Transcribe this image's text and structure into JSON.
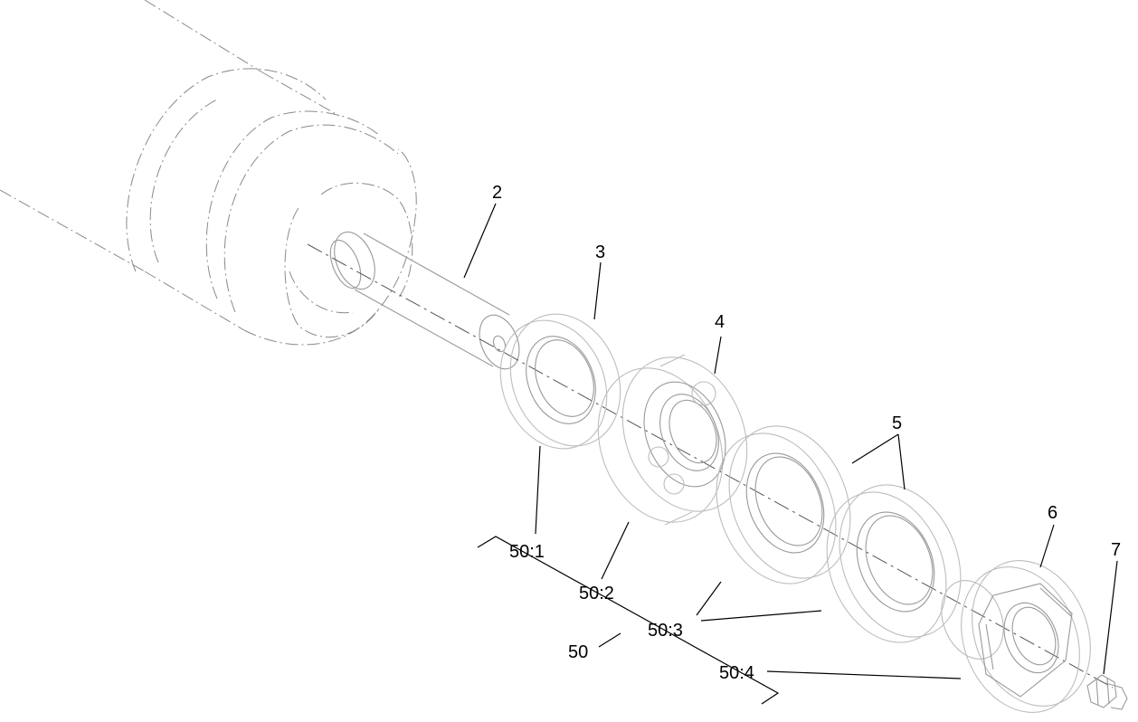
{
  "callouts": {
    "c2": "2",
    "c3": "3",
    "c4": "4",
    "c5": "5",
    "c6": "6",
    "c7": "7",
    "c50": "50",
    "c50_1": "50:1",
    "c50_2": "50:2",
    "c50_3": "50:3",
    "c50_4": "50:4"
  }
}
